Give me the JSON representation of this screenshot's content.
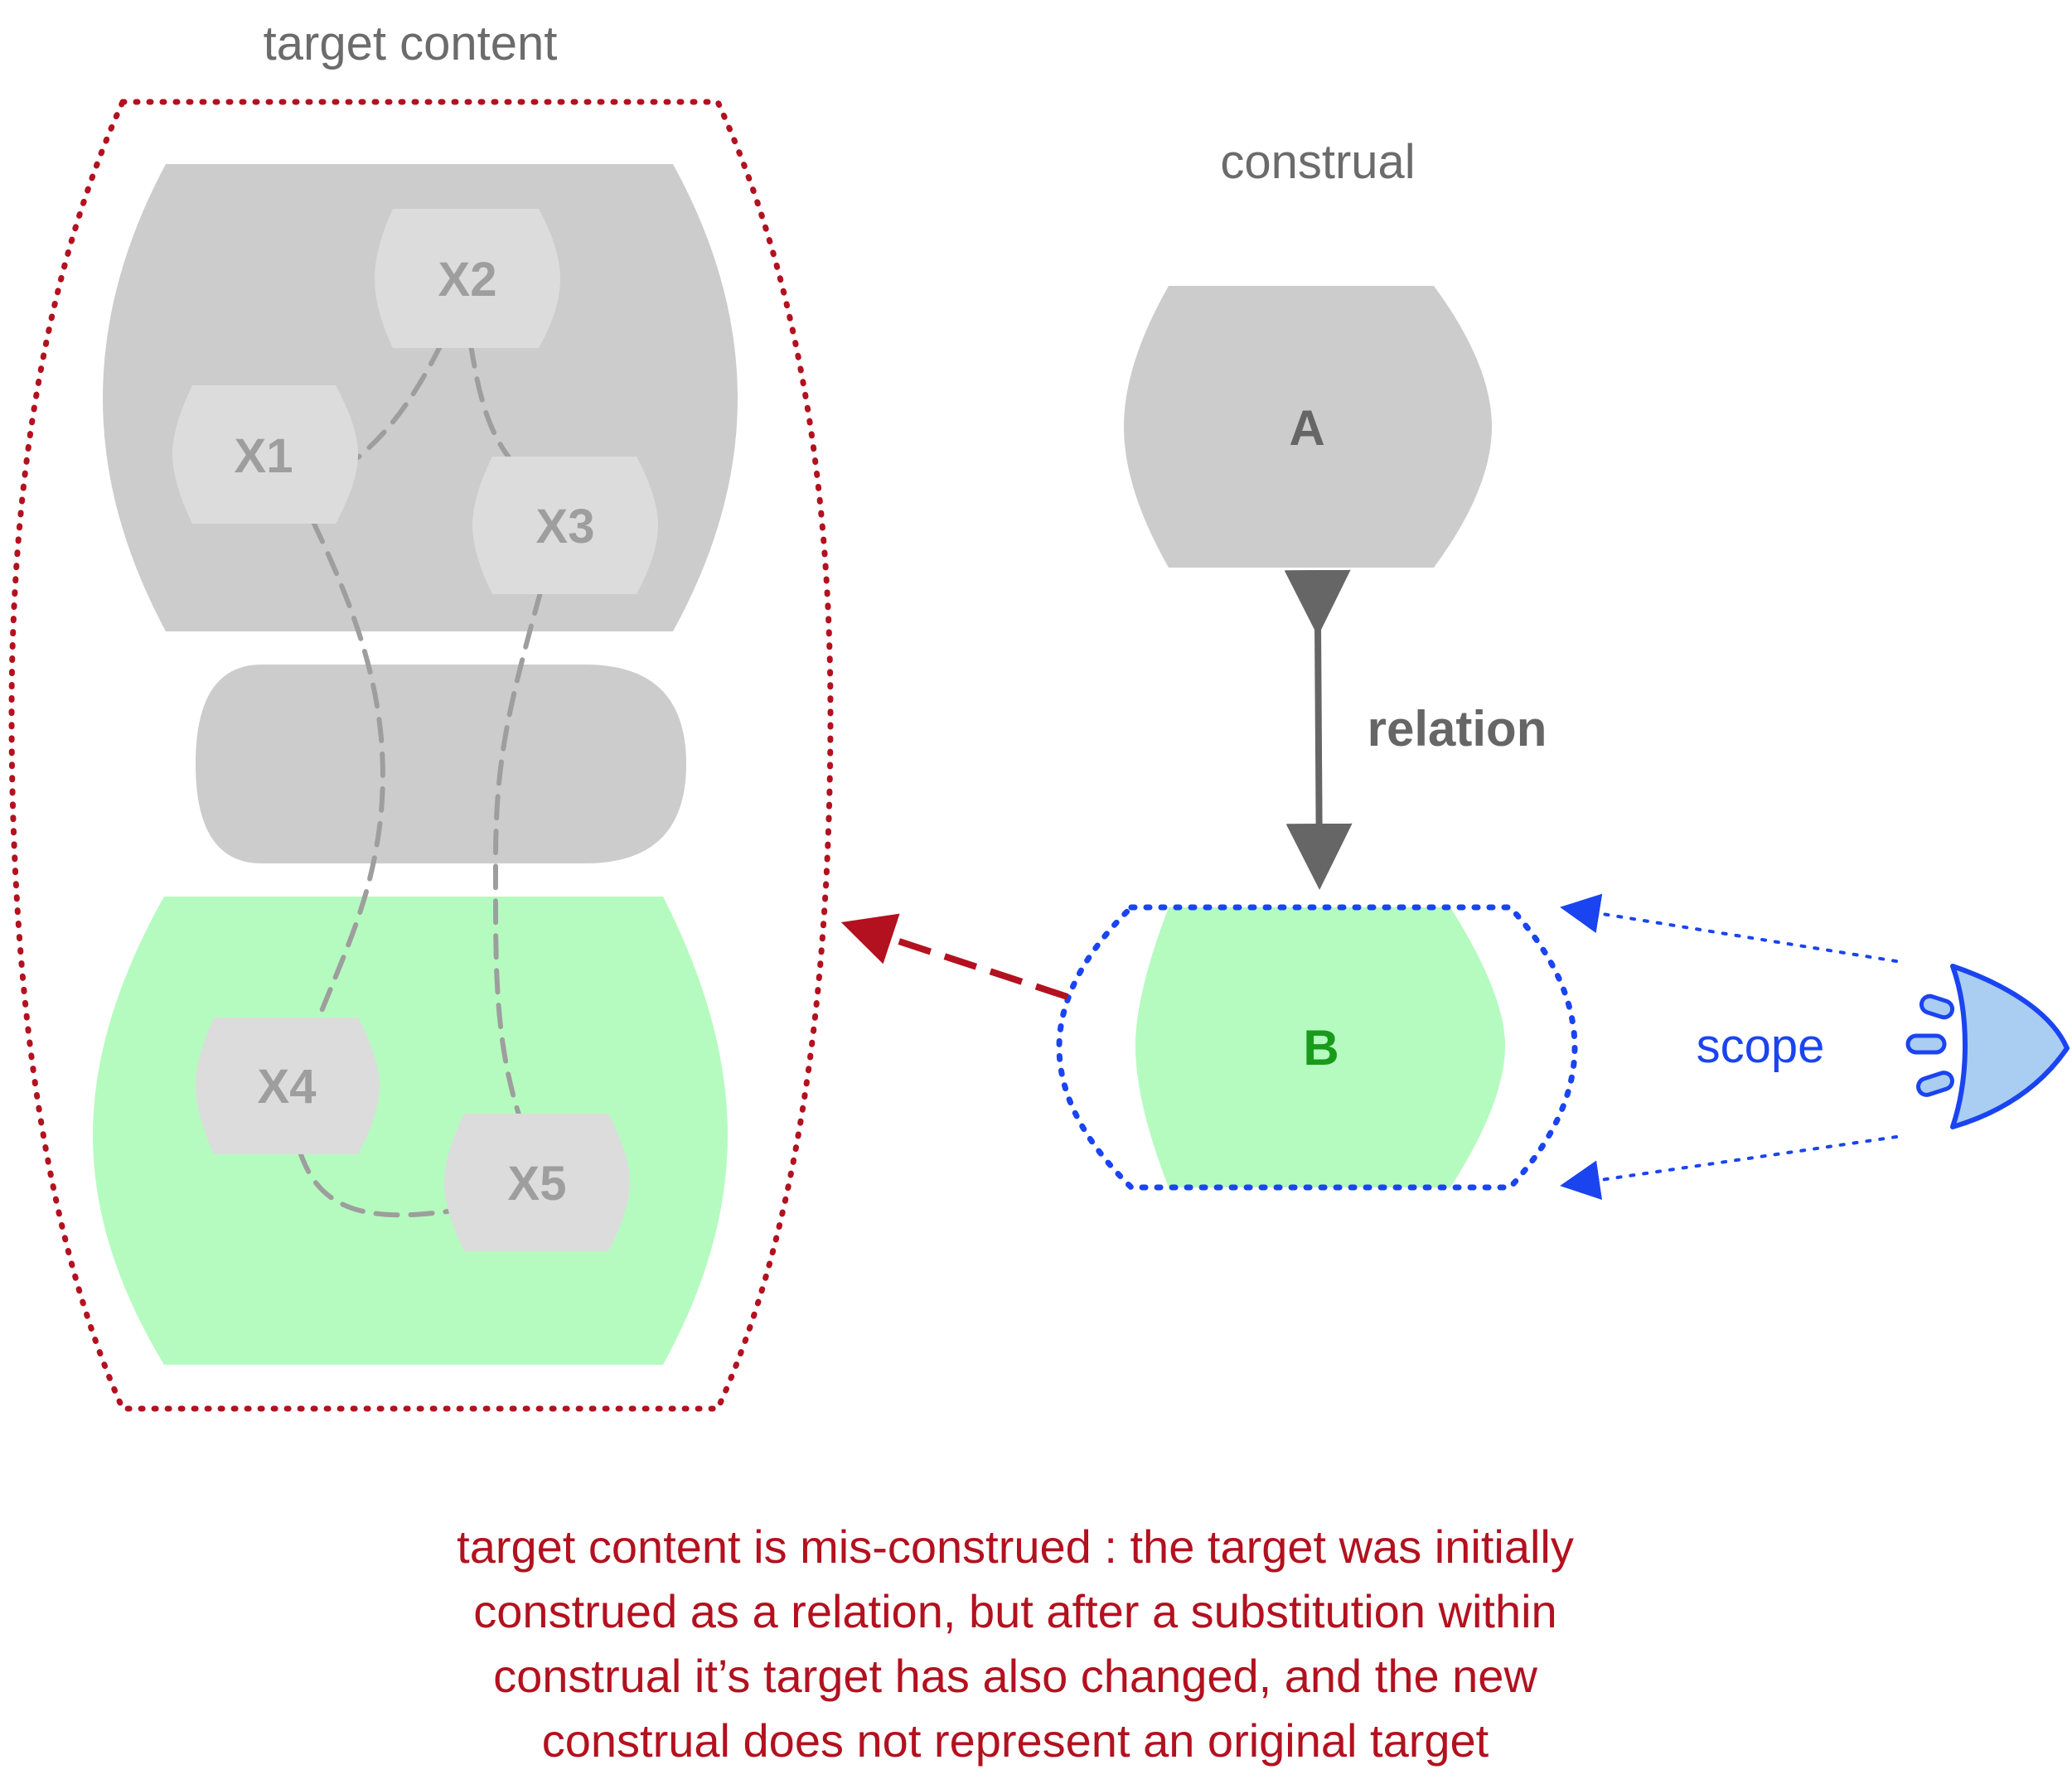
{
  "labels": {
    "target_content": "target content",
    "construal": "construal",
    "relation": "relation",
    "scope": "scope",
    "a": "A",
    "b": "B"
  },
  "nodes": [
    "X1",
    "X2",
    "X3",
    "X4",
    "X5"
  ],
  "caption": [
    "target content is mis-construed : the target was initially",
    "construed as a relation, but after a substitution within",
    "construal it’s target has also changed, and the new",
    "construal does not represent an original target"
  ],
  "colors": {
    "gray_shape": "#cccccc",
    "light_node": "#dcdcdc",
    "green_fill": "#b5fbbf",
    "dark_red": "#b3111f",
    "blue": "#1a44f0",
    "eye_fill": "#aacdf2",
    "b_label": "#1a9a1a",
    "dark_gray": "#666666"
  }
}
